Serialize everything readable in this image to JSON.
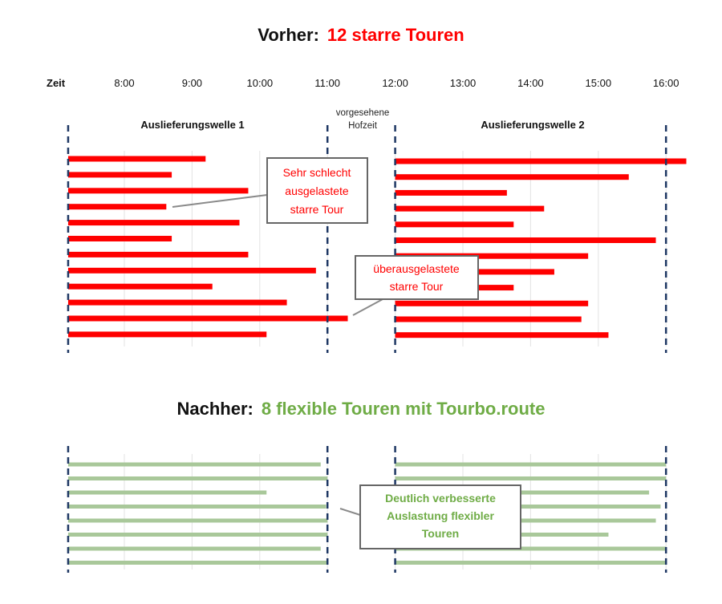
{
  "colors": {
    "before": "#ff0000",
    "after": "#a9c89a",
    "after_text": "#6fac46",
    "marker": "#1f3864",
    "grid": "#e3e3e3"
  },
  "titles": {
    "before_prefix": "Vorher:",
    "before_highlight": "12 starre Touren",
    "after_prefix": "Nachher:",
    "after_highlight": "8 flexible Touren mit Tourbo.route"
  },
  "time_axis": {
    "label": "Zeit",
    "ticks": [
      "8:00",
      "9:00",
      "10:00",
      "11:00",
      "12:00",
      "13:00",
      "14:00",
      "15:00",
      "16:00"
    ]
  },
  "labels": {
    "wave1": "Auslieferungswelle 1",
    "wave2": "Auslieferungswelle 2",
    "hofzeit_line1": "vorgesehene",
    "hofzeit_line2": "Hofzeit"
  },
  "callouts": {
    "bad": [
      "Sehr schlecht",
      "ausgelastete",
      "starre Tour"
    ],
    "over": [
      "überausgelastete",
      "starre Tour"
    ],
    "good": [
      "Deutlich verbesserte",
      "Auslastung flexibler",
      "Touren"
    ]
  },
  "chart_data": [
    {
      "type": "bar",
      "orientation": "horizontal",
      "title": "Vorher: 12 starre Touren",
      "x_axis": {
        "label": "Zeit",
        "unit": "hours",
        "range": [
          7.17,
          16.5
        ]
      },
      "markers_hours": [
        7.17,
        11.0,
        12.0,
        16.0
      ],
      "wave1": {
        "start": 7.17,
        "ends": [
          9.2,
          8.7,
          9.83,
          8.62,
          9.7,
          8.7,
          9.83,
          10.83,
          9.3,
          10.4,
          11.3,
          10.1
        ]
      },
      "wave2": {
        "start": 12.0,
        "ends": [
          16.3,
          15.45,
          13.65,
          14.2,
          13.75,
          15.85,
          14.85,
          14.35,
          13.75,
          14.85,
          14.75,
          15.15
        ]
      }
    },
    {
      "type": "bar",
      "orientation": "horizontal",
      "title": "Nachher: 8 flexible Touren mit Tourbo.route",
      "x_axis": {
        "unit": "hours",
        "range": [
          7.17,
          16.5
        ]
      },
      "markers_hours": [
        7.17,
        11.0,
        12.0,
        16.0
      ],
      "wave1": {
        "start": 7.17,
        "ends": [
          10.9,
          11.0,
          10.1,
          10.98,
          11.0,
          11.0,
          10.9,
          11.0
        ]
      },
      "wave2": {
        "start": 12.0,
        "ends": [
          16.0,
          16.0,
          15.75,
          15.92,
          15.85,
          15.15,
          16.0,
          16.0
        ]
      }
    }
  ]
}
